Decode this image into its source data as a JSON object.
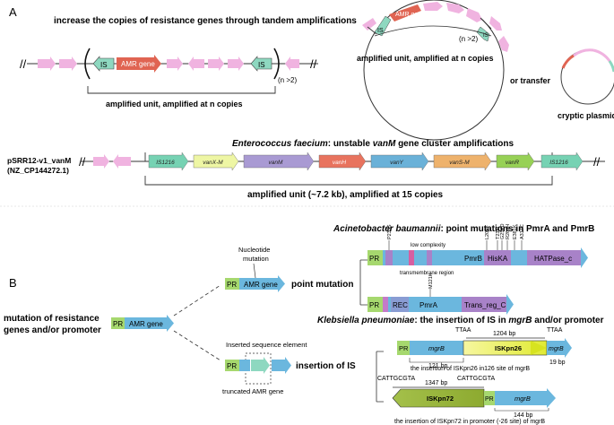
{
  "panel_a": {
    "letter": "A",
    "title": "increase the copies of resistance genes through tandem amplifications",
    "is_label": "IS",
    "amr_label": "AMR gene",
    "n_copies": "(n >2)",
    "linear_caption": "amplified unit, amplified at n copies",
    "circle_is": "IS",
    "circle_amr": "AMR gene",
    "circle_is2": "IS",
    "circle_n": "(n >2)",
    "circle_caption": "amplified unit, amplified at n copies",
    "transfer": "or transfer",
    "plasmid_caption": "cryptic plasmid",
    "vanm": {
      "strain": "pSRR12-v1_vanM",
      "accession": "(NZ_CP144272.1)",
      "title_species": "Enterococcus faecium",
      "title_rest": ": unstable ",
      "title_gene": "vanM",
      "title_end": " gene cluster amplifications",
      "genes": [
        "IS1216",
        "vanX-M",
        "vanM",
        "vanH",
        "vanY",
        "vanS-M",
        "vanR",
        "IS1216"
      ],
      "colors": [
        "#76d2b3",
        "#eef6a4",
        "#a99ad3",
        "#e8735e",
        "#6ab1d8",
        "#eeb26c",
        "#97d156",
        "#76d2b3"
      ],
      "caption": "amplified unit (~7.2 kb), amplified at 15 copies"
    }
  },
  "panel_b": {
    "letter": "B",
    "mutation_label": "mutation of resistance genes and/or promoter",
    "mutation_line1": "mutation of resistance",
    "mutation_line2": "genes and/or promoter",
    "pr": "PR",
    "amr": "AMR gene",
    "nucleotide_mutation_1": "Nucleotide",
    "nucleotide_mutation_2": "mutation",
    "point_mutation": "point mutation",
    "inserted_element": "Inserted sequence element",
    "truncated": "truncated AMR gene",
    "insertion_of_is": "insertion of IS",
    "acineto": {
      "species": "Acinetobacter baumannii",
      "rest": ": point mutations in PmrA and PmrB",
      "mutations_b": [
        "P233S",
        "L208F",
        "T235I",
        "G252D",
        "R263H",
        "E381K",
        "A317C"
      ],
      "mutation_a": "M121K",
      "low_complexity": "low complexity",
      "transmembrane": "transmembrane region",
      "pmrb": "PmrB",
      "hiska": "HisKA",
      "hatpase": "HATPase_c",
      "rec": "REC",
      "pmra": "PmrA",
      "transreg": "Trans_reg_C",
      "pr": "PR"
    },
    "klebs": {
      "species": "Klebsiella pneumoniae",
      "rest": ": the insertion of IS in ",
      "gene": "mgrB",
      "end": " and/or promoter",
      "ttaa1": "TTAA",
      "ttaa2": "TTAA",
      "bp1204": "1204 bp",
      "is26": "ISKpn26",
      "mgrb_a": "mgrB",
      "mgrb_b": "mgrB",
      "bp121": "121 bp",
      "bp19": "19 bp",
      "caption1": "the insertion of ISKpn26 in126 site of mgrB",
      "cattg1": "CATTGCGTA",
      "cattg2": "CATTGCGTA",
      "bp1347": "1347 bp",
      "is72": "ISKpn72",
      "mgrb_c": "mgrB",
      "bp144": "144 bp",
      "caption2": "the insertion of ISKpn72 in promoter (-26 site) of mgrB"
    }
  }
}
